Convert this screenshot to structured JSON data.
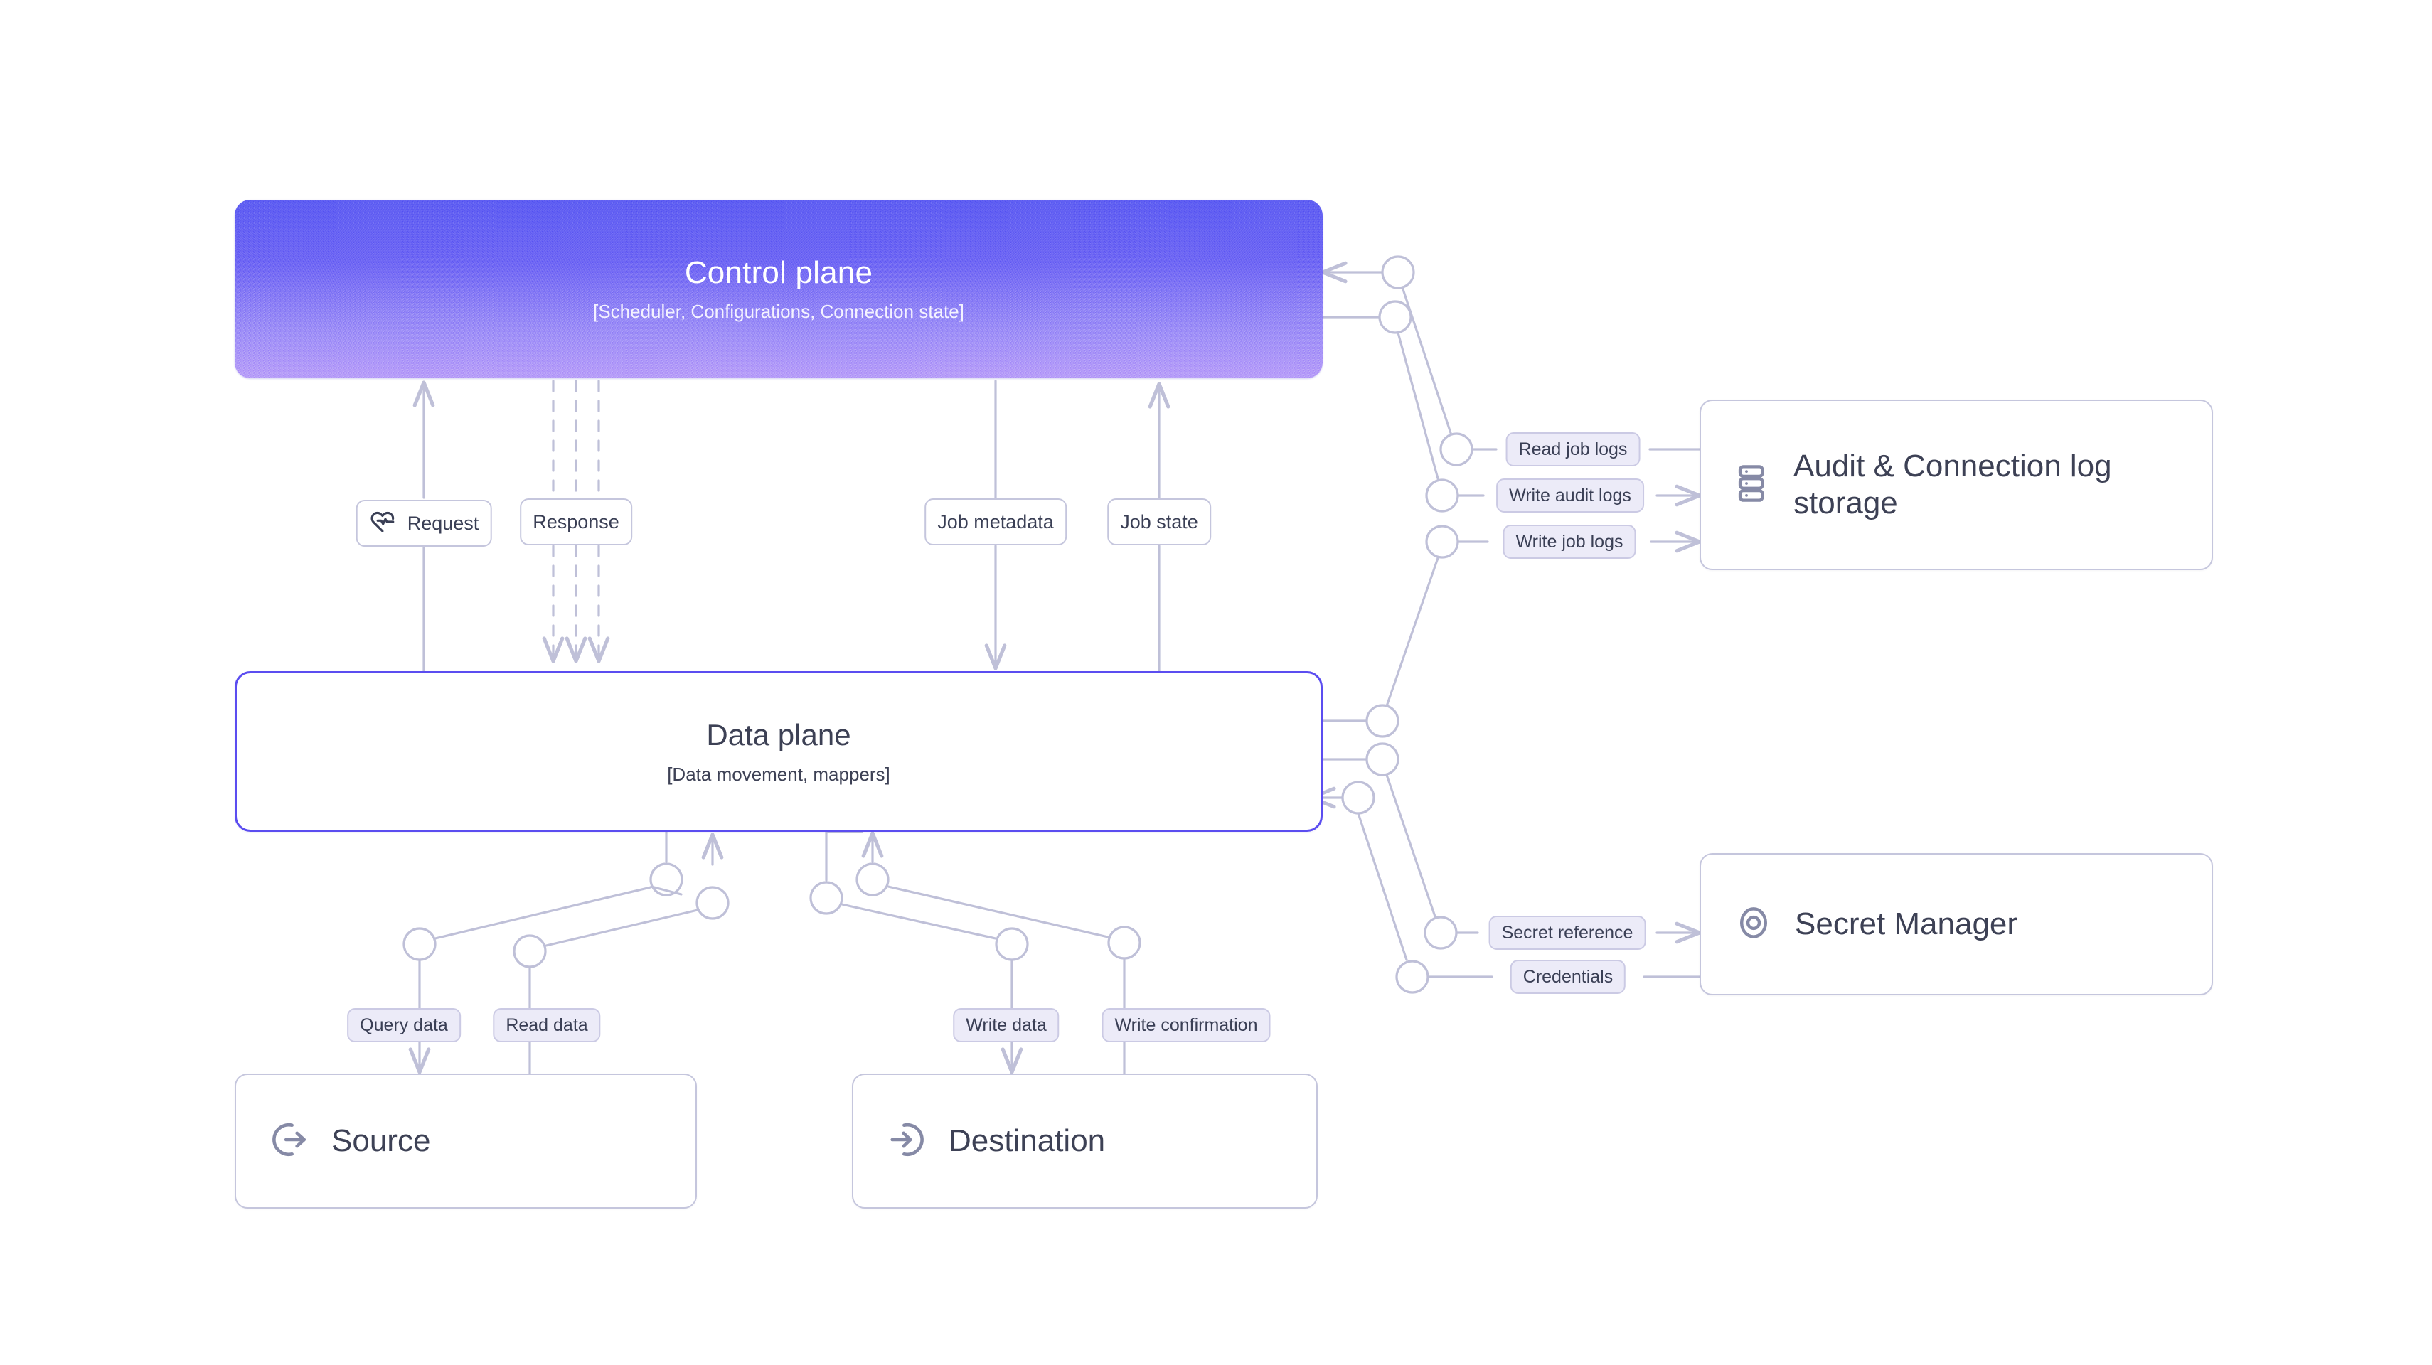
{
  "theme": {
    "canvas_bg": "#ffffff",
    "control_plane_gradient_from": "#5b5bf0",
    "control_plane_gradient_to": "#b59bf8",
    "data_plane_border": "#5b4df0",
    "wire_color": "#bfc0d8",
    "label_lavender_bg": "#ecebf8",
    "label_lavender_border": "#cbcae4",
    "card_border": "#c5c6dd",
    "text_dark": "#3d4155",
    "icon_gray": "#868aa6"
  },
  "planes": {
    "control": {
      "title": "Control plane",
      "subtitle": "[Scheduler, Configurations, Connection state]"
    },
    "data": {
      "title": "Data plane",
      "subtitle": "[Data movement, mappers]"
    }
  },
  "cards": {
    "audit": {
      "label": "Audit & Connection log storage",
      "icon": "server-stack-icon"
    },
    "secret": {
      "label": "Secret Manager",
      "icon": "eye-target-icon"
    },
    "source": {
      "label": "Source",
      "icon": "log-out-icon"
    },
    "destination": {
      "label": "Destination",
      "icon": "log-in-icon"
    }
  },
  "edge_labels": {
    "request": "Request",
    "response": "Response",
    "job_metadata": "Job metadata",
    "job_state": "Job state",
    "read_job_logs": "Read job logs",
    "write_audit_logs": "Write audit logs",
    "write_job_logs": "Write job logs",
    "secret_reference": "Secret reference",
    "credentials": "Credentials",
    "query_data": "Query data",
    "read_data": "Read data",
    "write_data": "Write data",
    "write_confirmation": "Write confirmation"
  },
  "icons": {
    "request_icon": "heart-pulse-icon"
  }
}
